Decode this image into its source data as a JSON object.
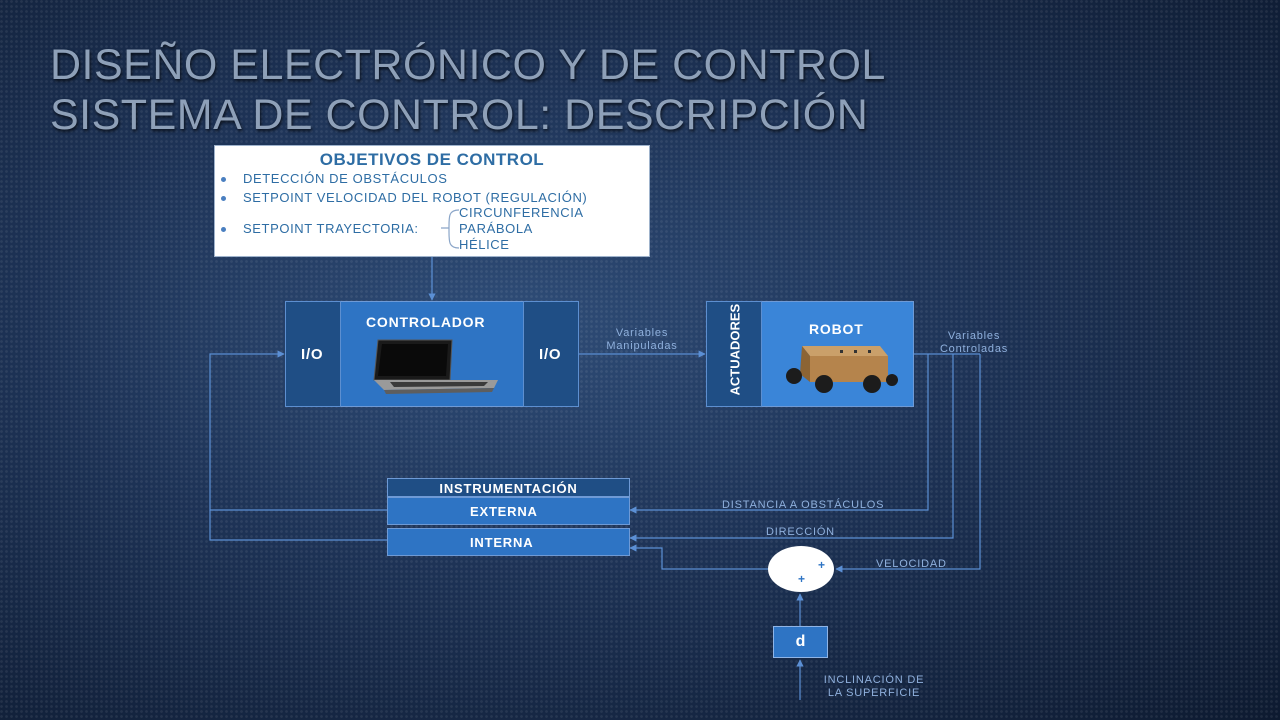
{
  "title": {
    "line1": "Diseño electrónico y de control",
    "line2": "Sistema de control: descripción"
  },
  "objectives": {
    "heading": "OBJETIVOS DE CONTROL",
    "items": [
      "DETECCIÓN DE OBSTÁCULOS",
      "SETPOINT VELOCIDAD DEL ROBOT (REGULACIÓN)",
      "SETPOINT TRAYECTORIA:"
    ],
    "trajectories": [
      "CIRCUNFERENCIA",
      "PARÁBOLA",
      "HÉLICE"
    ]
  },
  "controller": {
    "label": "CONTROLADOR",
    "io_left": "I/O",
    "io_right": "I/O"
  },
  "robot": {
    "actuators": "ACTUADORES",
    "label": "ROBOT"
  },
  "signals": {
    "manipulated": [
      "Variables",
      "Manipuladas"
    ],
    "controlled": [
      "Variables",
      "Controladas"
    ],
    "distance": "DISTANCIA A OBSTÁCULOS",
    "direction": "DIRECCIÓN",
    "velocity": "VELOCIDAD",
    "inclination": [
      "INCLINACIÓN DE",
      "LA SUPERFICIE"
    ]
  },
  "instrumentation": {
    "heading": "INSTRUMENTACIÓN",
    "external": "EXTERNA",
    "internal": "INTERNA"
  },
  "summing": {
    "plus_right": "+",
    "plus_bottom": "+"
  },
  "disturbance": {
    "label": "d"
  },
  "colors": {
    "accent_blue": "#2e74c4",
    "dark_blue": "#1f4e85",
    "line_blue": "#5b8fd4"
  }
}
